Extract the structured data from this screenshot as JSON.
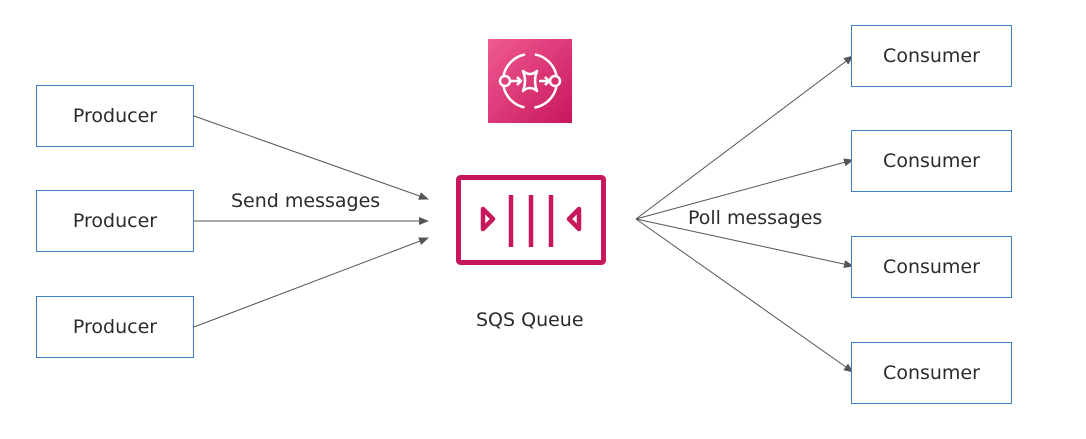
{
  "producers": [
    {
      "label": "Producer"
    },
    {
      "label": "Producer"
    },
    {
      "label": "Producer"
    }
  ],
  "consumers": [
    {
      "label": "Consumer"
    },
    {
      "label": "Consumer"
    },
    {
      "label": "Consumer"
    },
    {
      "label": "Consumer"
    }
  ],
  "labels": {
    "send": "Send messages",
    "poll": "Poll messages",
    "queue": "SQS Queue"
  },
  "colors": {
    "box_border": "#3b7fc4",
    "arrow": "#555555",
    "queue_icon": "#c7175d",
    "logo_gradient_start": "#f05a92",
    "logo_gradient_end": "#c7175d"
  },
  "icons": {
    "service_logo": "sqs-service-icon",
    "queue": "sqs-queue-icon"
  }
}
